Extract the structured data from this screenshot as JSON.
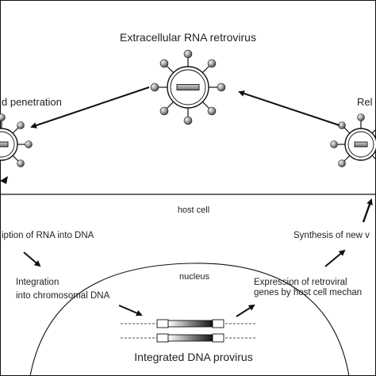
{
  "labels": {
    "top_title": "Extracellular RNA retrovirus",
    "entry": "d penetration",
    "release": "Rel",
    "host_cell": "host cell",
    "reverse_transcription": "iption of RNA into DNA",
    "synthesis": "Synthesis of new v",
    "nucleus": "nucleus",
    "integration_line1": "Integration",
    "integration_line2": "into chromosomal DNA",
    "expression_line1": "Expression of retroviral",
    "expression_line2": "genes by host cell mechan",
    "provirus": "Integrated DNA provirus"
  },
  "colors": {
    "line": "#111111",
    "background": "#ffffff",
    "sphere_light": "#e8e8e8",
    "sphere_dark": "#4a4a4a"
  }
}
